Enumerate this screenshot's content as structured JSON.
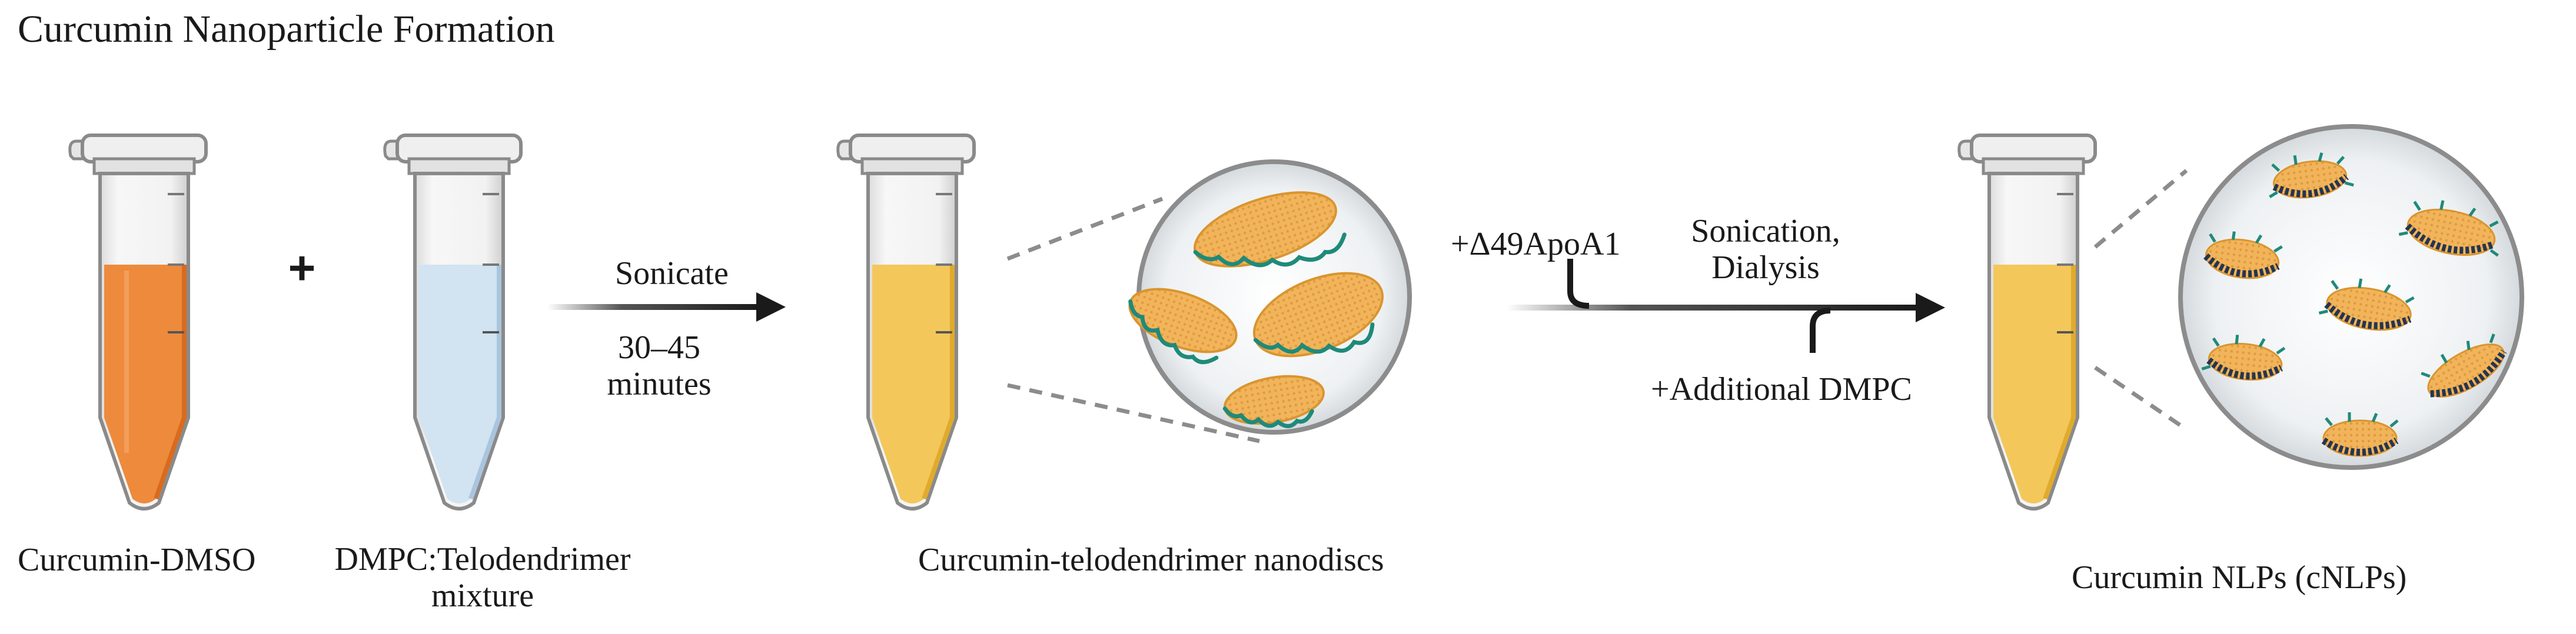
{
  "title": "Curcumin Nanoparticle Formation",
  "tubes": [
    {
      "label": "Curcumin-DMSO",
      "liquid": "#ee8a3c",
      "liquid_dark": "#d96b1e"
    },
    {
      "label_line1": "DMPC:Telodendrimer",
      "label_line2": "mixture",
      "liquid": "#d2e3f1",
      "liquid_dark": "#a9c5dd"
    },
    {
      "label": "Curcumin-telodendrimer nanodiscs",
      "liquid": "#f3c75a",
      "liquid_dark": "#e0ab2c"
    },
    {
      "label": "Curcumin NLPs (cNLPs)",
      "liquid": "#f3c75a",
      "liquid_dark": "#e0ab2c"
    }
  ],
  "plus_sign": "+",
  "step1": {
    "label": "Sonicate",
    "time_line1": "30–45",
    "time_line2": "minutes"
  },
  "step2": {
    "add_top": "+Δ49ApoA1",
    "label_line1": "Sonication,",
    "label_line2": "Dialysis",
    "add_bottom": "+Additional DMPC"
  },
  "colors": {
    "disc_body": "#f2b45a",
    "disc_edge": "#d9952f",
    "telodendrimer": "#1f8a7a",
    "apoa1_belt": "#253550",
    "arrow": "#1a1a1a",
    "dashed": "#8c8c8c"
  }
}
